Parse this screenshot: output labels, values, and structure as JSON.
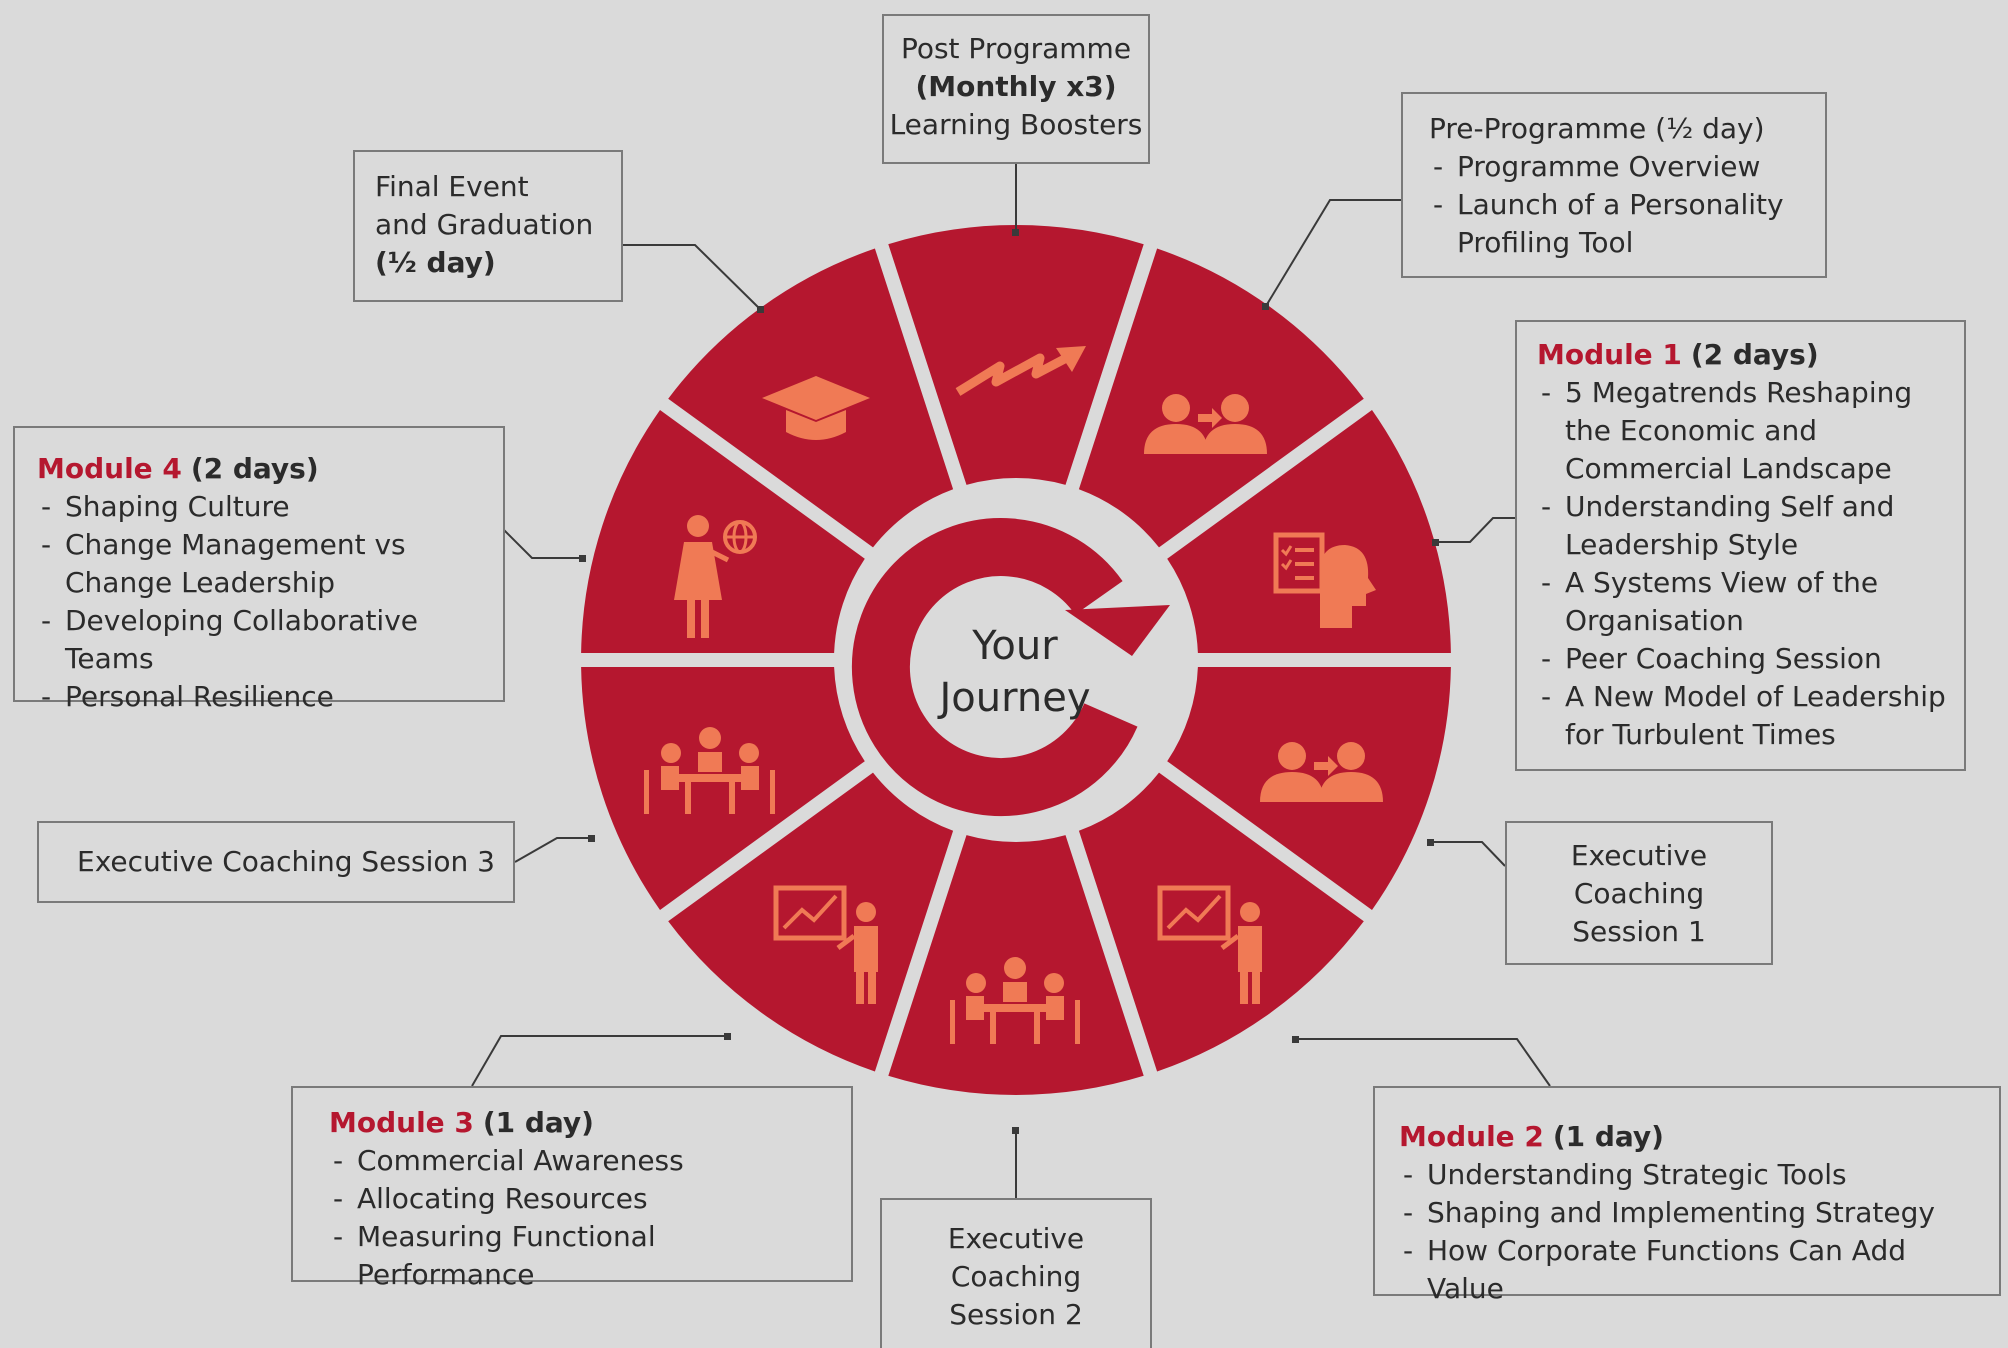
{
  "center": {
    "line1": "Your",
    "line2": "Journey"
  },
  "post_programme": {
    "line1": "Post Programme",
    "line2": "(Monthly x3)",
    "line3": "Learning Boosters"
  },
  "pre_programme": {
    "title": "Pre-Programme (½ day)",
    "items": [
      "Programme Overview",
      "Launch of a Personality Profiling Tool"
    ]
  },
  "final_event": {
    "line1": "Final Event",
    "line2": "and Graduation",
    "line3": "(½ day)"
  },
  "module1": {
    "name": "Module 1",
    "duration": "(2 days)",
    "items": [
      "5 Megatrends Reshaping the Economic and Commercial Landscape",
      "Understanding Self and Leadership Style",
      "A Systems View of the Organisation",
      "Peer Coaching Session",
      "A New Model of Leadership for Turbulent Times"
    ]
  },
  "module4": {
    "name": "Module 4",
    "duration": "(2 days)",
    "items": [
      "Shaping Culture",
      "Change Management vs Change Leadership",
      "Developing Collaborative Teams",
      "Personal Resilience"
    ]
  },
  "coaching3": {
    "label": "Executive Coaching Session 3"
  },
  "coaching1": {
    "line1": "Executive",
    "line2": "Coaching",
    "line3": "Session 1"
  },
  "coaching2": {
    "line1": "Executive",
    "line2": "Coaching",
    "line3": "Session 2"
  },
  "module3": {
    "name": "Module 3",
    "duration": "(1 day)",
    "items": [
      "Commercial Awareness",
      "Allocating Resources",
      "Measuring Functional Performance"
    ]
  },
  "module2": {
    "name": "Module 2",
    "duration": "(1 day)",
    "items": [
      "Understanding Strategic Tools",
      "Shaping and Implementing Strategy",
      "How Corporate Functions Can Add Value"
    ]
  },
  "colors": {
    "wheel": "#b5172f",
    "icon": "#f07a55",
    "text_accent": "#b5172f",
    "background": "#dadada"
  },
  "segment_icons": [
    "trend-arrow-icon",
    "coaching-pair-icon",
    "checklist-head-icon",
    "coaching-pair-icon",
    "presenter-chart-icon",
    "meeting-table-icon",
    "presenter-chart-icon",
    "meeting-table-icon",
    "presenter-globe-icon",
    "graduation-cap-icon"
  ]
}
